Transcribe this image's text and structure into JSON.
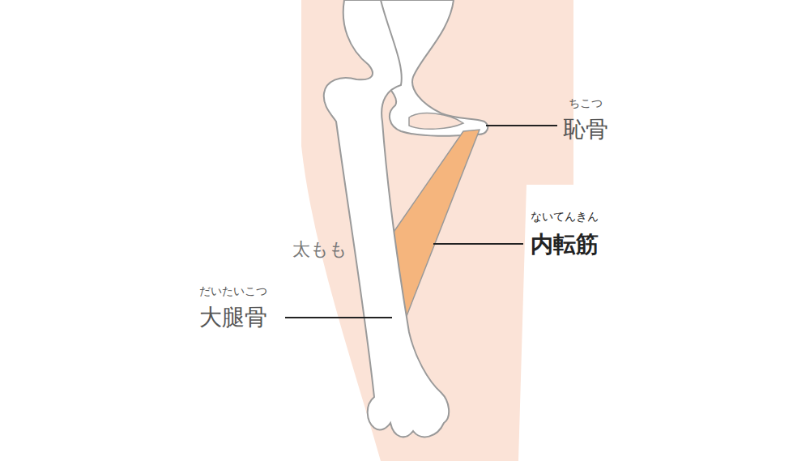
{
  "diagram": {
    "labels": [
      "ちこつ",
      "恥骨",
      "ないてんきん",
      "内転筋",
      "太もも",
      "だいたいこつ",
      "大腿骨"
    ]
  }
}
